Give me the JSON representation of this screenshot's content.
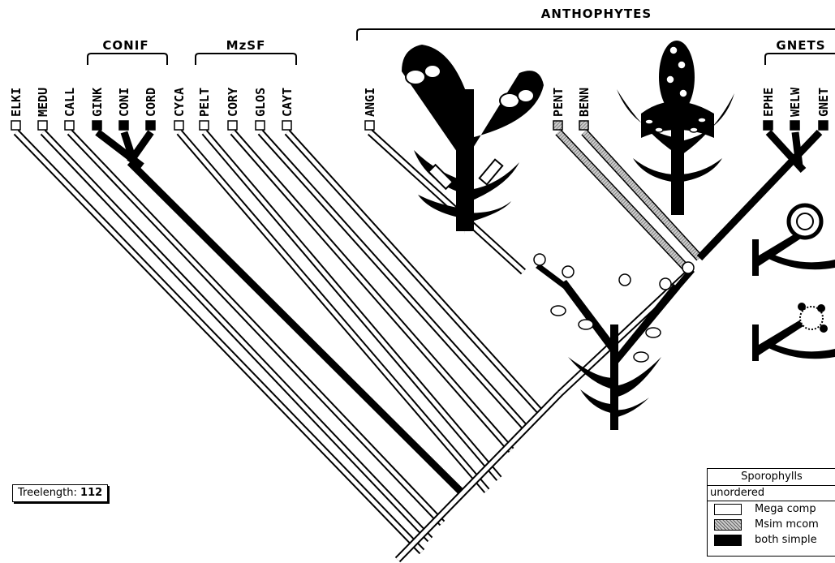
{
  "taxa": [
    "ELKI",
    "MEDU",
    "CALL",
    "GINK",
    "CONI",
    "CORD",
    "CYCA",
    "PELT",
    "CORY",
    "GLOS",
    "CAYT",
    "ANGI",
    "PENT",
    "BENN",
    "EPHE",
    "WELW",
    "GNET"
  ],
  "groups": {
    "conif": "CONIF",
    "mzsf": "MzSF",
    "anthophytes": "ANTHOPHYTES",
    "gnets": "GNETS"
  },
  "treelength": {
    "label": "Treelength:",
    "value": "112"
  },
  "legend": {
    "title": "Sporophylls",
    "subtitle": "unordered",
    "items": [
      {
        "label": "Mega comp",
        "style": "open"
      },
      {
        "label": "Msim mcom",
        "style": "hatched"
      },
      {
        "label": "both simple",
        "style": "solid"
      }
    ]
  },
  "colors": {
    "ink": "#000000",
    "paper": "#ffffff",
    "hatch": "#888888"
  }
}
